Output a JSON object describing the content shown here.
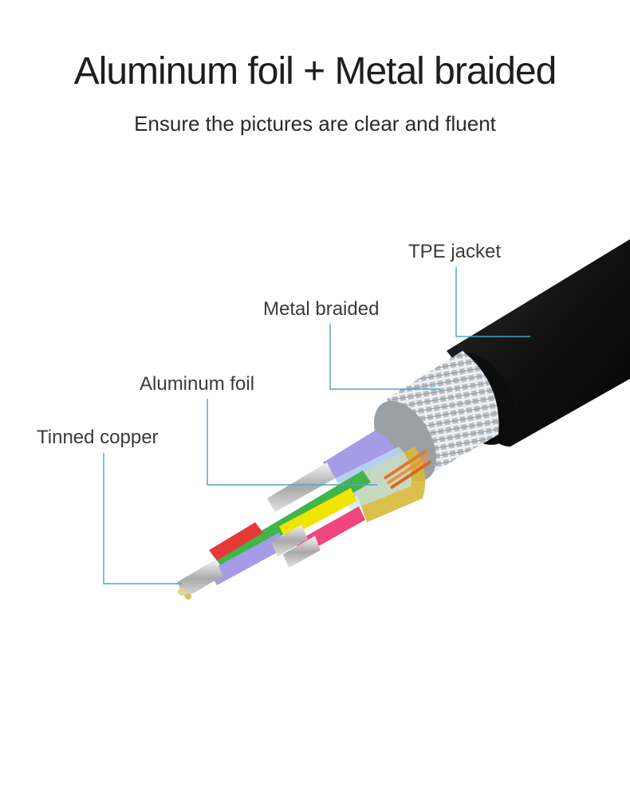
{
  "header": {
    "title": "Aluminum foil + Metal braided",
    "subtitle": "Ensure the pictures are clear and fluent"
  },
  "callouts": [
    {
      "id": "tpe",
      "label": "TPE jacket"
    },
    {
      "id": "braid",
      "label": "Metal braided"
    },
    {
      "id": "foil",
      "label": "Aluminum foil"
    },
    {
      "id": "copper",
      "label": "Tinned copper"
    }
  ],
  "colors": {
    "jacket": "#141414",
    "braid": "#c9ced3",
    "leader_line": "#4ea3c8",
    "wire_purple": "#a59be6",
    "wire_green": "#3fb54a",
    "wire_red": "#e53935",
    "wire_yellow": "#f1e400",
    "wire_pink": "#f0457e",
    "copper": "#e07a2b",
    "gold_foil": "#d6b83a"
  }
}
